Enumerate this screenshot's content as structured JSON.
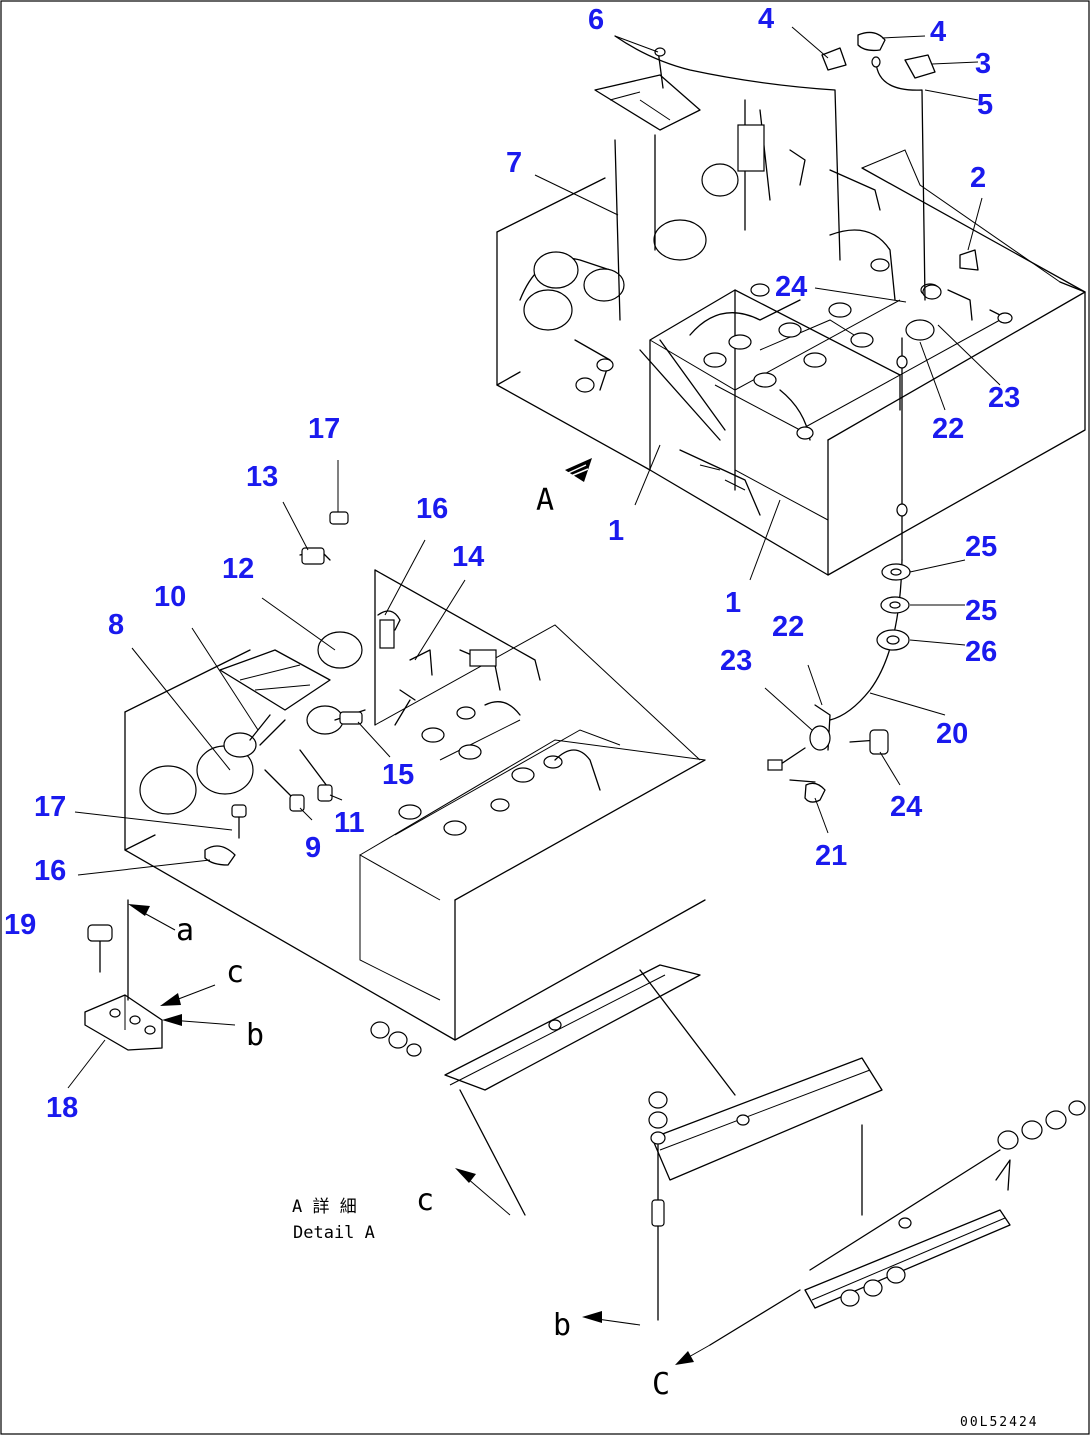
{
  "callouts": [
    {
      "id": "c6",
      "text": "6"
    },
    {
      "id": "c4a",
      "text": "4"
    },
    {
      "id": "c4b",
      "text": "4"
    },
    {
      "id": "c3",
      "text": "3"
    },
    {
      "id": "c5",
      "text": "5"
    },
    {
      "id": "c7",
      "text": "7"
    },
    {
      "id": "c2",
      "text": "2"
    },
    {
      "id": "c24a",
      "text": "24"
    },
    {
      "id": "c23a",
      "text": "23"
    },
    {
      "id": "c22a",
      "text": "22"
    },
    {
      "id": "c1a",
      "text": "1"
    },
    {
      "id": "c1b",
      "text": "1"
    },
    {
      "id": "c25a",
      "text": "25"
    },
    {
      "id": "c25b",
      "text": "25"
    },
    {
      "id": "c26",
      "text": "26"
    },
    {
      "id": "c22b",
      "text": "22"
    },
    {
      "id": "c23b",
      "text": "23"
    },
    {
      "id": "c20",
      "text": "20"
    },
    {
      "id": "c24b",
      "text": "24"
    },
    {
      "id": "c21",
      "text": "21"
    },
    {
      "id": "c17a",
      "text": "17"
    },
    {
      "id": "c13",
      "text": "13"
    },
    {
      "id": "c16a",
      "text": "16"
    },
    {
      "id": "c14",
      "text": "14"
    },
    {
      "id": "c12",
      "text": "12"
    },
    {
      "id": "c10",
      "text": "10"
    },
    {
      "id": "c8",
      "text": "8"
    },
    {
      "id": "c15",
      "text": "15"
    },
    {
      "id": "c11",
      "text": "11"
    },
    {
      "id": "c9",
      "text": "9"
    },
    {
      "id": "c17b",
      "text": "17"
    },
    {
      "id": "c16b",
      "text": "16"
    },
    {
      "id": "c19",
      "text": "19"
    },
    {
      "id": "c18",
      "text": "18"
    }
  ],
  "view_letters": {
    "arrow_A": "A",
    "a": "a",
    "c_upper": "c",
    "b_left": "b",
    "c_mid": "c",
    "b_bottom": "b",
    "c_bottom": "C"
  },
  "detail_label": {
    "jp": "A 詳 細",
    "en": "Detail A"
  },
  "drawing_code": "00L52424"
}
